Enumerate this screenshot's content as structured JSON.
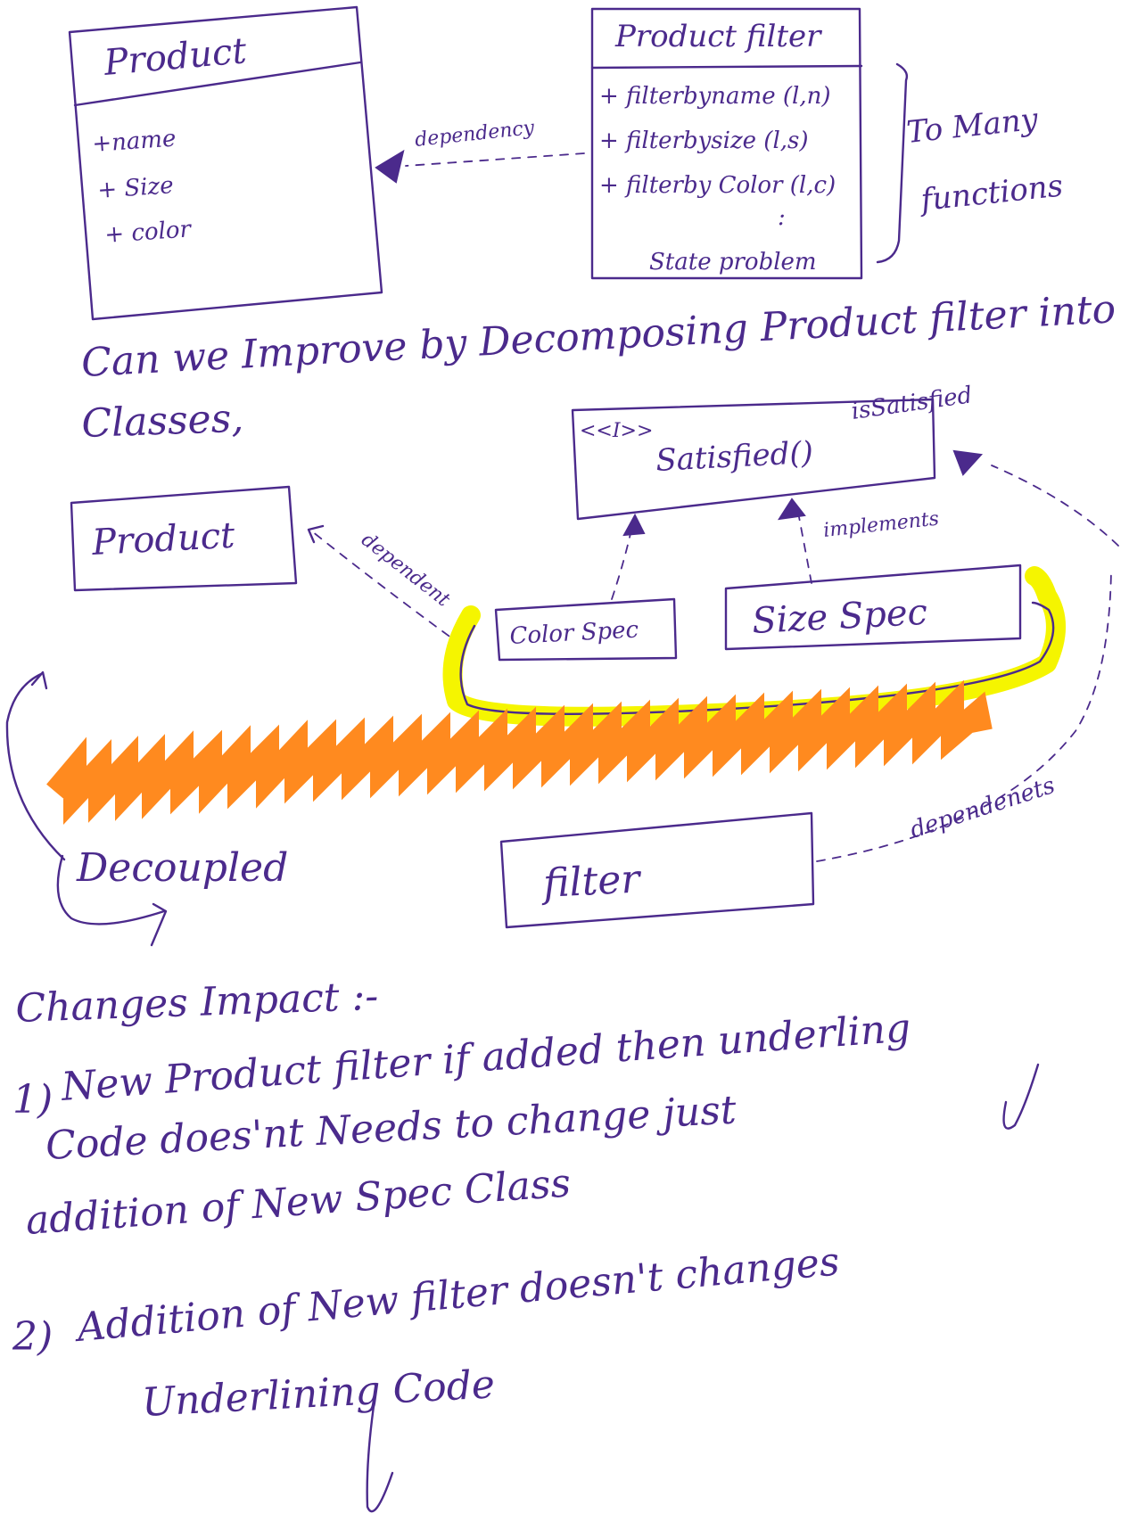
{
  "diagram": {
    "product_class": {
      "title": "Product",
      "attributes": [
        "+name",
        "+ Size",
        "+ color"
      ]
    },
    "product_filter_class": {
      "title": "Product filter",
      "methods": [
        "+ filterbyname (l,n)",
        "+ filterbysize (l,s)",
        "+ filterby Color (l,c)"
      ],
      "ellipsis": ":",
      "footer": "State problem"
    },
    "dependency_label": "dependency",
    "too_many_note": [
      "To Many",
      "functions"
    ],
    "question": [
      "Can we Improve by Decomposing Product filter into",
      "Classes,"
    ],
    "interface_box": {
      "stereotype": "<<I>>",
      "method": "Satisfied()",
      "annotation": "isSatisfied"
    },
    "product_box": "Product",
    "dependent_label": "dependent",
    "implements_label": "implements",
    "color_spec": "Color Spec",
    "size_spec": "Size Spec",
    "decoupled_label": "Decoupled",
    "filter_box": "filter",
    "dependents_label": "dependenets",
    "changes": {
      "heading": "Changes Impact :-",
      "item1_number": "1)",
      "item1_lines": [
        "New Product filter if added then underling",
        "Code does'nt  Needs to change just",
        "addition of  New Spec Class"
      ],
      "item2_number": "2)",
      "item2_lines": [
        "Addition of New filter doesn't changes",
        "Underlining Code"
      ]
    },
    "colors": {
      "ink": "#4b2a8c",
      "highlight": "#f5f500",
      "zigzag": "#ff8a1f"
    }
  }
}
